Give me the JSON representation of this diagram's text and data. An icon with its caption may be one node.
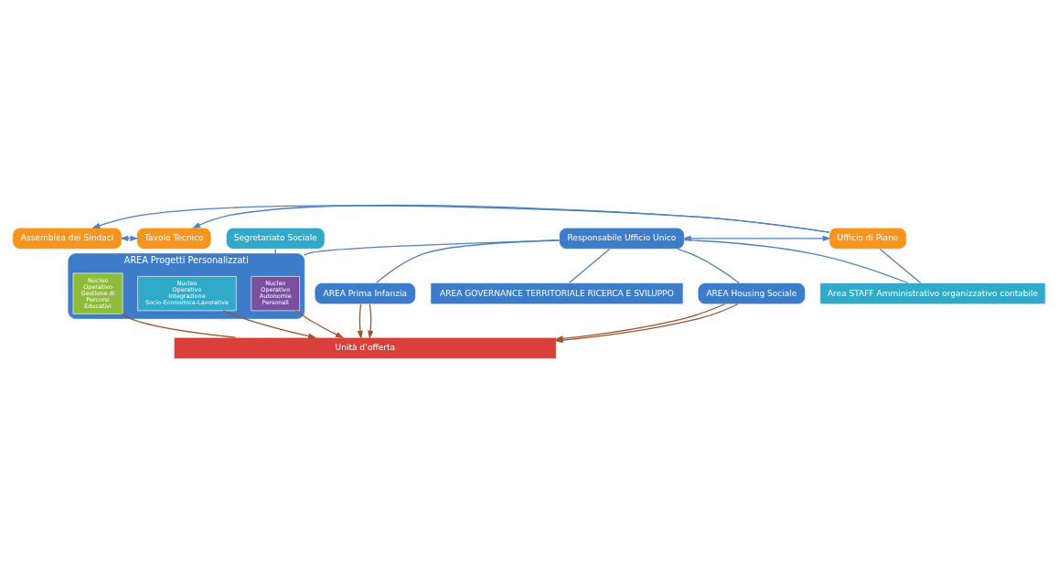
{
  "diagram": {
    "nodes": [
      {
        "text": [
          "Assemblea dei Sindaci"
        ]
      },
      {
        "text": [
          "Tavolo Tecnico"
        ]
      },
      {
        "text": [
          "Responsabile Ufficio Unico"
        ]
      },
      {
        "text": [
          "Ufficio di Piano"
        ]
      },
      {
        "text": [
          "AREA GOVERNANCE TERRITORIALE RICERCA E SVILUPPO"
        ]
      },
      {
        "text": [
          "Area STAFF Amministrativo organizzativo contabile"
        ]
      },
      {
        "text": [
          "AREA Progetti Personalizzati"
        ]
      },
      {
        "text": [
          "Segretariato Sociale"
        ]
      },
      {
        "text": [
          "Nucleo Operativo Autonomie Personali"
        ],
        "in": 6
      },
      {
        "text": [
          "Nucleo Operativo Integrazione Socio-Economica-Lavorativa"
        ],
        "in": 6
      },
      {
        "text": [
          "Nucleo Operativo Gestione di Percorsi Educativi"
        ],
        "in": 6
      },
      {
        "text": [
          "AREA Prima Infanzia"
        ]
      },
      {
        "text": [
          "AREA Housing Sociale"
        ]
      },
      {
        "text": [
          "Unità d’offerta"
        ]
      }
    ],
    "edges": [
      {
        "from": 0,
        "to": 1,
        "arrow": "both"
      },
      {
        "from": 3,
        "to": 0,
        "arrow": "to"
      },
      {
        "from": 3,
        "to": 1,
        "arrow": "to"
      },
      {
        "from": 2,
        "to": 3,
        "arrow": "both"
      },
      {
        "from": 3,
        "to": 5,
        "arrow": "none"
      },
      {
        "from": 2,
        "to": 4,
        "arrow": "none"
      },
      {
        "from": 2,
        "to": 5,
        "arrow": "none"
      },
      {
        "from": 2,
        "to": 6,
        "arrow": "none"
      },
      {
        "from": 2,
        "to": 11,
        "arrow": "none"
      },
      {
        "from": 2,
        "to": 12,
        "arrow": "none"
      },
      {
        "from": 7,
        "to": 6,
        "arrow": "none"
      },
      {
        "from": 8,
        "to": 13,
        "arrow": "to",
        "color": "#a0522d"
      },
      {
        "from": 9,
        "to": 13,
        "arrow": "to",
        "color": "#a0522d"
      },
      {
        "from": 10,
        "to": 13,
        "arrow": "none",
        "color": "#a0522d"
      },
      {
        "from": 11,
        "to": 13,
        "arrow": "to",
        "color": "#a0522d"
      },
      {
        "from": 11,
        "to": 13,
        "arrow": "to",
        "color": "#a0522d"
      },
      {
        "from": 12,
        "to": 13,
        "arrow": "to",
        "color": "#a0522d"
      },
      {
        "from": 12,
        "to": 13,
        "arrow": "to",
        "color": "#a0522d"
      }
    ]
  }
}
